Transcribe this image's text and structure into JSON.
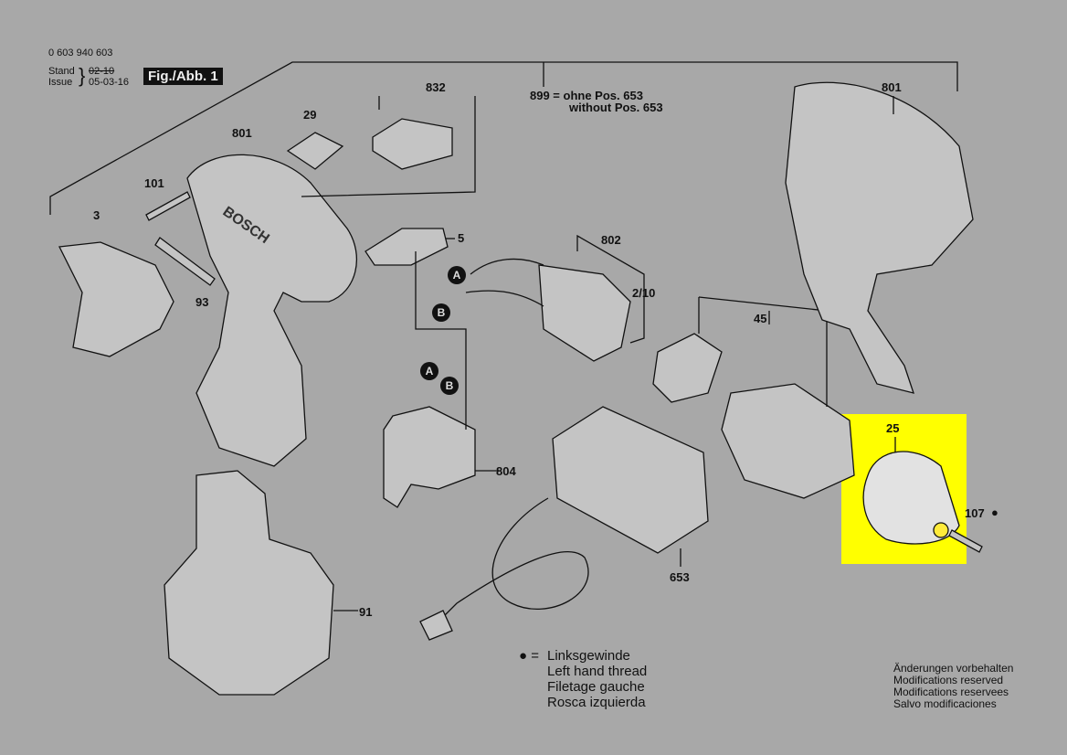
{
  "header": {
    "part_number": "0 603 940 603",
    "stand_label": "Stand",
    "stand_value": "02-10",
    "issue_label": "Issue",
    "issue_value": "05-03-16",
    "figure_label": "Fig./Abb. 1"
  },
  "note_899": {
    "line1": "899 = ohne Pos. 653",
    "line2": "without Pos. 653"
  },
  "parts": {
    "p832": "832",
    "p29": "29",
    "p801a": "801",
    "p101": "101",
    "p3": "3",
    "p5": "5",
    "p93": "93",
    "p802": "802",
    "p2_10": "2/10",
    "p45": "45",
    "p801b": "801",
    "p804": "804",
    "p25": "25",
    "p107": "107",
    "p653": "653",
    "p91": "91"
  },
  "connectors": {
    "a": "A",
    "b": "B"
  },
  "brand_on_housing": "BOSCH",
  "legend": {
    "symbol": "● =",
    "lines": [
      "Linksgewinde",
      "Left hand thread",
      "Filetage gauche",
      "Rosca izquierda"
    ]
  },
  "modifications": [
    "Änderungen vorbehalten",
    "Modifications reserved",
    "Modifications reservees",
    "Salvo modificaciones"
  ],
  "colors": {
    "background": "#a8a8a8",
    "highlight": "#ffff00"
  }
}
